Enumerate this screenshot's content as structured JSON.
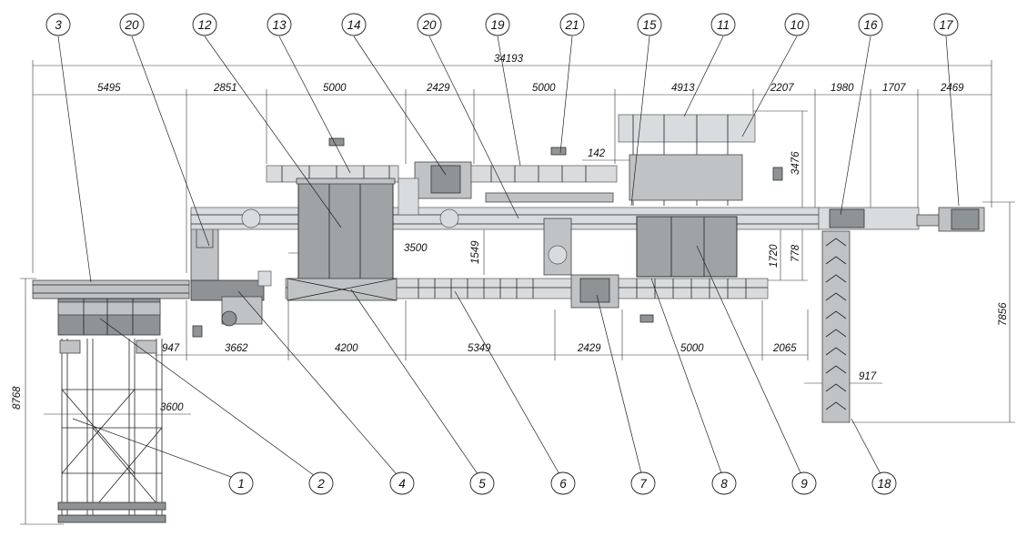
{
  "drawing": {
    "dimensions": {
      "overall": "34193",
      "top": [
        "5495",
        "2851",
        "5000",
        "2429",
        "5000",
        "4913",
        "2207",
        "1980",
        "1707",
        "2469"
      ],
      "bottom": [
        "947",
        "3662",
        "4200",
        "5349",
        "2429",
        "5000",
        "2065"
      ],
      "inner": [
        "142",
        "3500",
        "1549",
        "3476",
        "1720",
        "778",
        "3600",
        "917"
      ],
      "vertical_left": "8768",
      "vertical_right": "7856"
    },
    "callouts": {
      "top": [
        "3",
        "20",
        "12",
        "13",
        "14",
        "20",
        "19",
        "21",
        "15",
        "11",
        "10",
        "16",
        "17"
      ],
      "bottom": [
        "1",
        "2",
        "4",
        "5",
        "6",
        "7",
        "8",
        "9",
        "18"
      ]
    }
  }
}
